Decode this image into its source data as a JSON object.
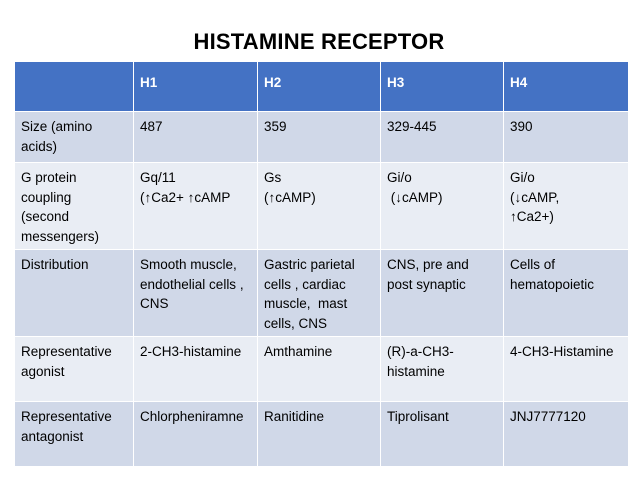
{
  "title": "HISTAMINE RECEPTOR",
  "colors": {
    "header_bg": "#4472c4",
    "row_odd_bg": "#d0d8e8",
    "row_even_bg": "#e9edf4"
  },
  "table": {
    "headers": [
      "",
      "H1",
      "H2",
      "H3",
      "H4"
    ],
    "rows": [
      {
        "label": [
          "Size (amino",
          "acids)"
        ],
        "cells": [
          [
            "487"
          ],
          [
            "359"
          ],
          [
            "329-445"
          ],
          [
            "390"
          ]
        ]
      },
      {
        "label": [
          "G protein",
          "coupling",
          "(second",
          "messengers)"
        ],
        "cells": [
          [
            "Gq/11",
            "(↑Ca2+ ↑cAMP"
          ],
          [
            "Gs",
            "(↑cAMP)"
          ],
          [
            "Gi/o",
            " (↓cAMP)"
          ],
          [
            "Gi/o",
            "(↓cAMP,",
            "↑Ca2+)"
          ]
        ]
      },
      {
        "label": [
          "Distribution"
        ],
        "cells": [
          [
            "Smooth muscle,",
            "endothelial cells ,",
            "CNS"
          ],
          [
            "Gastric parietal",
            "cells , cardiac",
            "muscle,  mast",
            "cells, CNS"
          ],
          [
            "CNS, pre and",
            "post synaptic"
          ],
          [
            "Cells of",
            "hematopoietic"
          ]
        ]
      },
      {
        "label": [
          "Representative",
          "agonist"
        ],
        "cells": [
          [
            "2-CH3-histamine"
          ],
          [
            "Amthamine"
          ],
          [
            "(R)-a-CH3-",
            "histamine"
          ],
          [
            "4-CH3-Histamine"
          ]
        ]
      },
      {
        "label": [
          "Representative",
          "antagonist"
        ],
        "cells": [
          [
            "Chlorpheniramne"
          ],
          [
            "Ranitidine"
          ],
          [
            "Tiprolisant"
          ],
          [
            "JNJ7777120"
          ]
        ]
      }
    ]
  }
}
